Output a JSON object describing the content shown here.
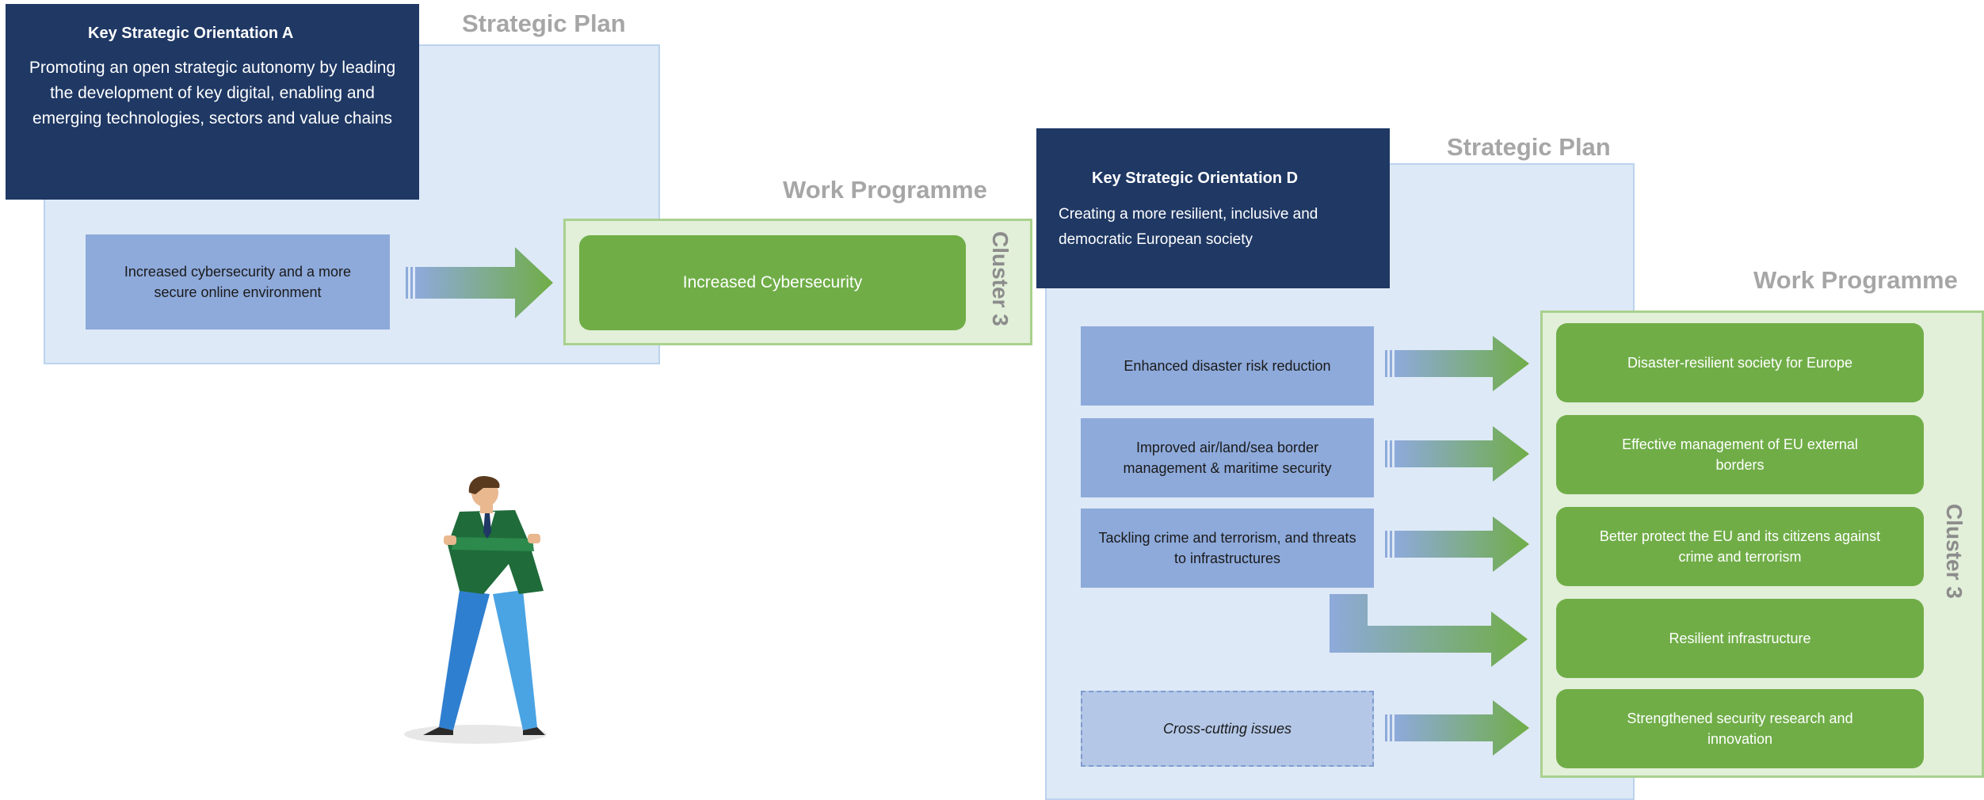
{
  "left": {
    "strategic_plan_label": "Strategic Plan",
    "orientation": {
      "title": "Key Strategic Orientation A",
      "description": "Promoting an open strategic autonomy by leading the development of key digital, enabling and emerging technologies, sectors and value chains"
    },
    "outcome": "Increased cybersecurity and a more secure online environment",
    "work_programme_label": "Work Programme",
    "destination": "Increased Cybersecurity",
    "cluster_label": "Cluster 3"
  },
  "right": {
    "strategic_plan_label": "Strategic Plan",
    "orientation": {
      "title": "Key Strategic Orientation D",
      "description": "Creating a more resilient, inclusive and democratic European society"
    },
    "outcomes": [
      "Enhanced disaster risk reduction",
      "Improved air/land/sea border management & maritime security",
      "Tackling crime and terrorism, and threats to infrastructures",
      "Cross-cutting issues"
    ],
    "work_programme_label": "Work Programme",
    "destinations": [
      "Disaster-resilient society for Europe",
      "Effective management of EU external borders",
      "Better protect the EU and its citizens against crime and terrorism",
      "Resilient infrastructure",
      "Strengthened security research and innovation"
    ],
    "cluster_label": "Cluster 3"
  },
  "colors": {
    "navy": "#1f3864",
    "outcome_blue": "#8eaadb",
    "plan_background": "#dde9f6",
    "destination_green": "#70ad47",
    "frame_green": "#a9d18e"
  },
  "illustration": "businessman-arms-crossed"
}
